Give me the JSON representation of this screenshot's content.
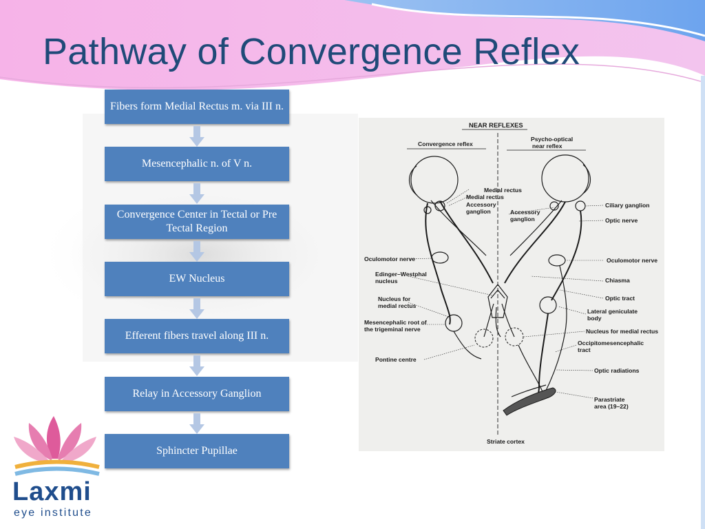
{
  "slide": {
    "title": "Pathway of Convergence Reflex"
  },
  "flow_steps": [
    "Fibers form Medial Rectus m. via III n.",
    "Mesencephalic n. of  V n.",
    "Convergence Center in Tectal or Pre Tectal Region",
    "EW Nucleus",
    "Efferent fibers travel along III n.",
    "Relay in Accessory Ganglion",
    "Sphincter Pupillae"
  ],
  "figure": {
    "heading": "NEAR REFLEXES",
    "left_heading": "Convergence  reflex",
    "right_heading_1": "Psycho-optical",
    "right_heading_2": "near reflex",
    "labels": {
      "medial_rectus_1": "Medial rectus",
      "medial_rectus_2": "Medial rectus",
      "accessory_ganglion_left_1": "Accessory",
      "accessory_ganglion_left_2": "ganglion",
      "accessory_ganglion_right_1": "Accessory",
      "accessory_ganglion_right_2": "ganglion",
      "ciliary_ganglion": "Ciliary ganglion",
      "optic_nerve": "Optic nerve",
      "oculomotor_nerve_left": "Oculomotor nerve",
      "oculomotor_nerve_right": "Oculomotor nerve",
      "ew_nucleus_1": "Edinger–Westphal",
      "ew_nucleus_2": "nucleus",
      "chiasma": "Chiasma",
      "nucleus_medial_rectus_left_1": "Nucleus for",
      "nucleus_medial_rectus_left_2": "medial rectus",
      "optic_tract": "Optic tract",
      "lgb_1": "Lateral geniculate",
      "lgb_2": "body",
      "mesencephalic_root_1": "Mesencephalic root of",
      "mesencephalic_root_2": "the trigeminal nerve",
      "nucleus_medial_rectus_right": "Nucleus for medial rectus",
      "occipitomesencephalic_1": "Occipitomesencephalic",
      "occipitomesencephalic_2": "tract",
      "pontine_centre": "Pontine centre",
      "optic_radiations": "Optic radiations",
      "parastriate_1": "Parastriate",
      "parastriate_2": "area (19–22)",
      "striate_cortex": "Striate cortex"
    }
  },
  "logo": {
    "name": "Laxmi",
    "subtitle": "eye institute"
  },
  "colors": {
    "title": "#1f4a78",
    "box": "#4f81bd",
    "arrow": "#b4c7e4",
    "brand": "#1f4d8c",
    "lotus": "#de5b9b"
  }
}
